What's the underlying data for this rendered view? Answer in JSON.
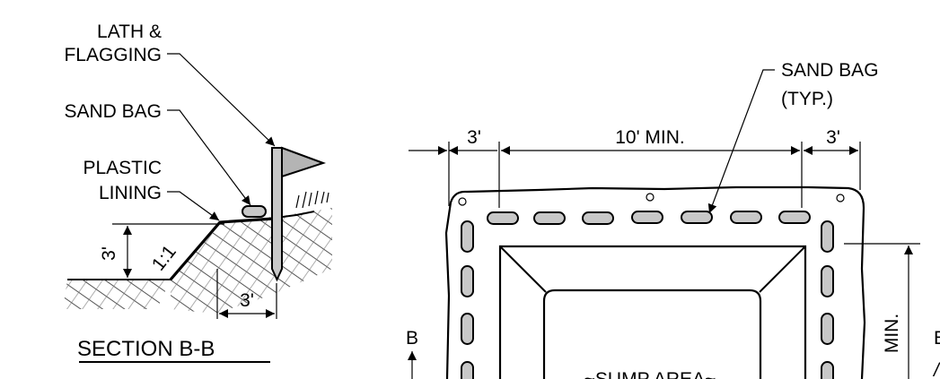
{
  "section": {
    "labels": {
      "lath_flagging_1": "LATH &",
      "lath_flagging_2": "FLAGGING",
      "sand_bag": "SAND BAG",
      "plastic_1": "PLASTIC",
      "plastic_2": "LINING",
      "height": "3'",
      "slope": "1:1",
      "width": "3'"
    },
    "title": "SECTION B-B"
  },
  "plan": {
    "sand_bag_1": "SAND BAG",
    "sand_bag_2": "(TYP.)",
    "dim_left": "3'",
    "dim_middle": "10' MIN.",
    "dim_right": "3'",
    "section_marker": "B",
    "vertical_dim_partial": "MIN.",
    "sump_label": "~SUMP AREA~",
    "edge_letter_partial": "E",
    "edge_mark_partial": "/"
  },
  "colors": {
    "line": "#000000",
    "bag_fill": "#c8c8c8",
    "flag_fill": "#b4b4b4"
  }
}
